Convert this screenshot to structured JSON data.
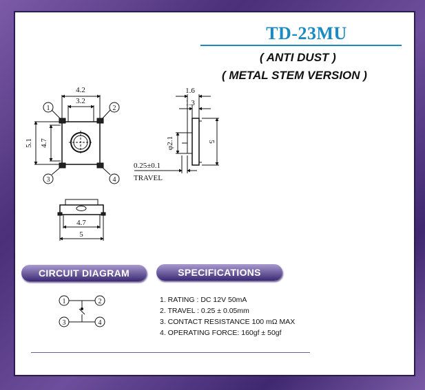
{
  "header": {
    "model": "TD-23MU",
    "line1": "( ANTI DUST )",
    "line2": "( METAL STEM VERSION )"
  },
  "top_view": {
    "dim_outer_width": "4.2",
    "dim_inner_width": "3.2",
    "dim_outer_height": "5.1",
    "dim_inner_height": "4.7",
    "pins": [
      "1",
      "2",
      "3",
      "4"
    ]
  },
  "side_view": {
    "dim_total": "1.6",
    "dim_stem": "1.3",
    "dim_diameter": "φ2.1",
    "dim_height": "5",
    "dim_travel": "0.25±0.1",
    "travel_label": "TRAVEL"
  },
  "front_view": {
    "dim_inner": "4.7",
    "dim_outer": "5"
  },
  "sections": {
    "circuit": "CIRCUIT DIAGRAM",
    "specs": "SPECIFICATIONS"
  },
  "circuit": {
    "pins": [
      "1",
      "2",
      "3",
      "4"
    ]
  },
  "specifications": [
    "1. RATING : DC 12V 50mA",
    "2. TRAVEL : 0.25 ± 0.05mm",
    "3. CONTACT  RESISTANCE 100 mΩ MAX",
    "4. OPERATING FORCE: 160gf ± 50gf"
  ]
}
